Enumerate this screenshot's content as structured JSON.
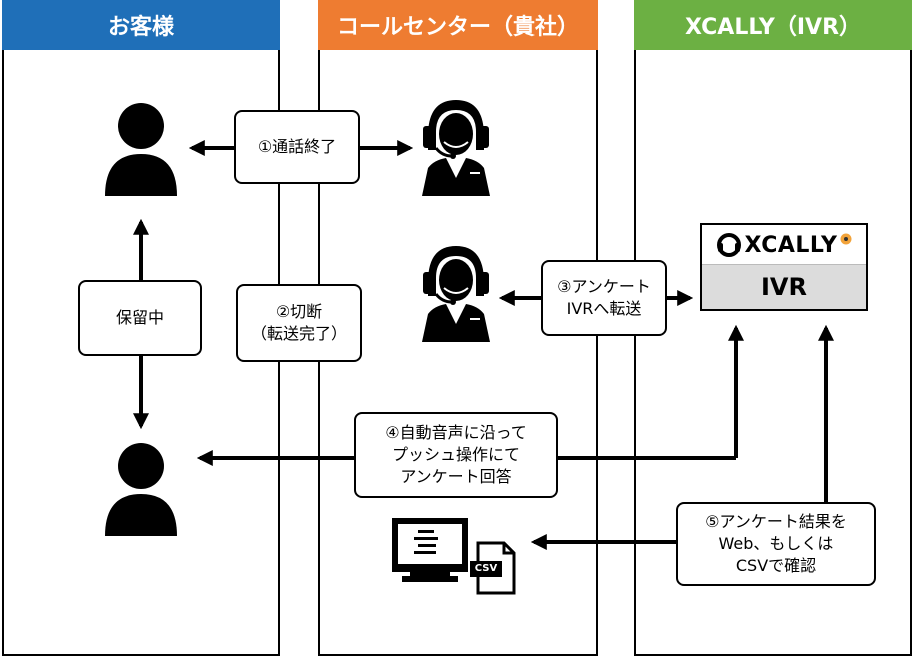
{
  "lanes": [
    {
      "label": "お客様",
      "color": "#1f6fb8"
    },
    {
      "label": "コールセンター（貴社）",
      "color": "#ee7c31"
    },
    {
      "label": "XCALLY（IVR）",
      "color": "#6cb043"
    }
  ],
  "steps": {
    "call_end": "①通話終了",
    "disconnect_line1": "②切断",
    "disconnect_line2": "（転送完了）",
    "transfer_line1": "③アンケート",
    "transfer_line2": "IVRへ転送",
    "answer_line1": "④自動音声に沿って",
    "answer_line2": "プッシュ操作にて",
    "answer_line3": "アンケート回答",
    "result_line1": "⑤アンケート結果を",
    "result_line2": "Web、もしくは",
    "result_line3": "CSVで確認"
  },
  "hold": "保留中",
  "ivr": {
    "logo": "XCALLY",
    "label": "IVR"
  },
  "csv_label": "CSV",
  "icons": [
    "customer-icon",
    "operator-headset-icon",
    "xcally-logo-icon",
    "computer-monitor-icon",
    "csv-file-icon"
  ],
  "colors": {
    "customer_lane": "#1f6fb8",
    "callcenter_lane": "#ee7c31",
    "xcally_lane": "#6cb043"
  }
}
